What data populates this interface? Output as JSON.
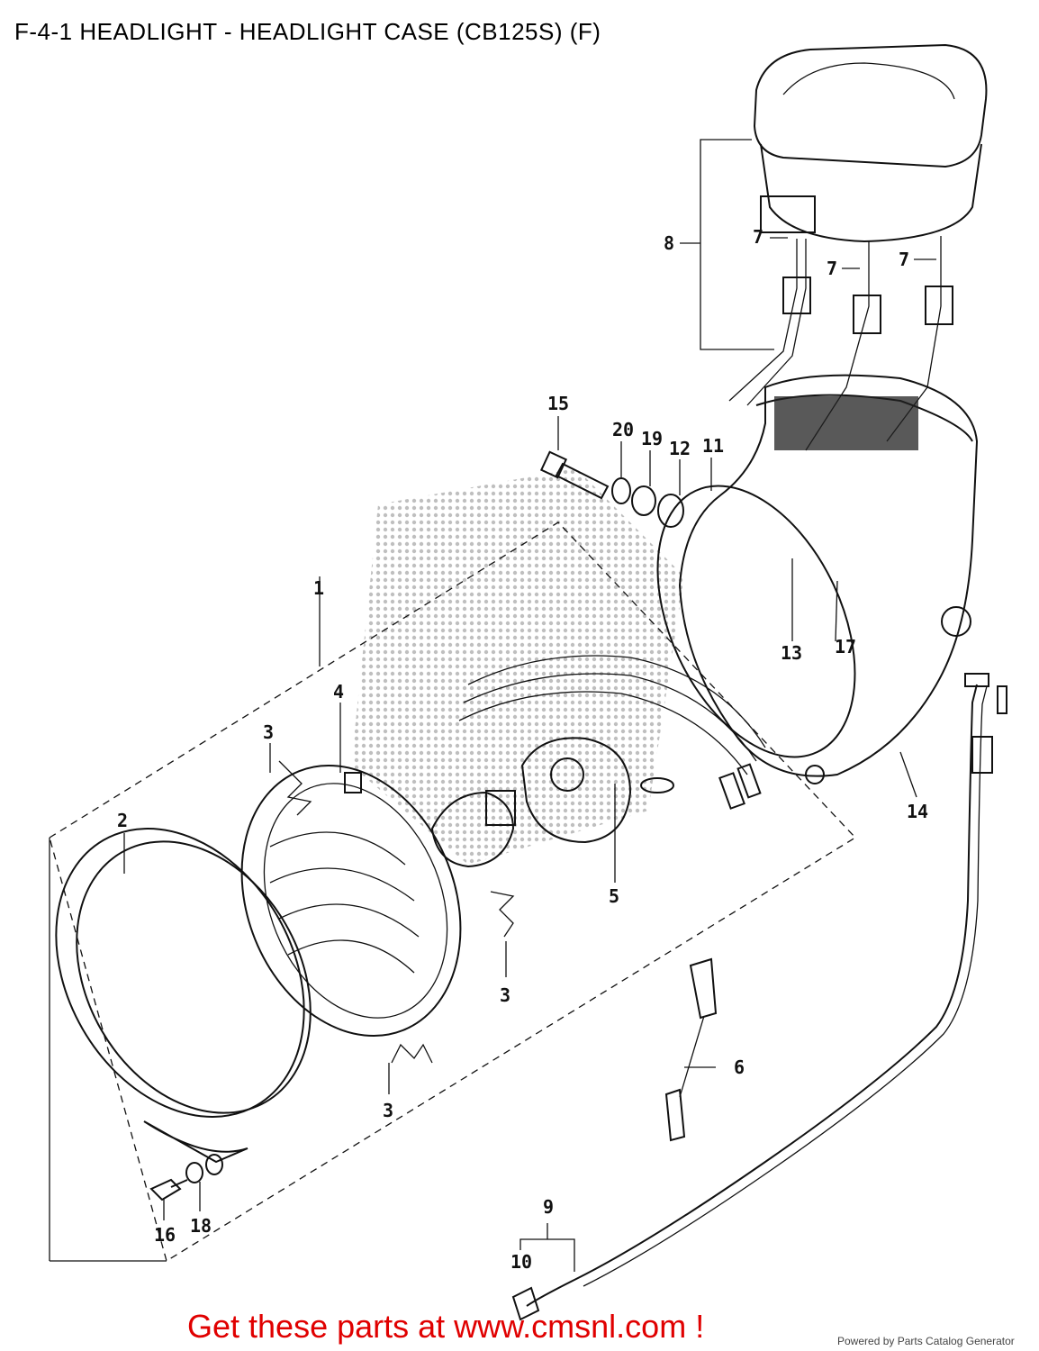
{
  "title": "F-4-1 HEADLIGHT - HEADLIGHT CASE (CB125S) (F)",
  "callouts": [
    {
      "id": "c1",
      "text": "1"
    },
    {
      "id": "c2",
      "text": "2"
    },
    {
      "id": "c3a",
      "text": "3"
    },
    {
      "id": "c3b",
      "text": "3"
    },
    {
      "id": "c3c",
      "text": "3"
    },
    {
      "id": "c4",
      "text": "4"
    },
    {
      "id": "c5",
      "text": "5"
    },
    {
      "id": "c6",
      "text": "6"
    },
    {
      "id": "c7a",
      "text": "7"
    },
    {
      "id": "c7b",
      "text": "7"
    },
    {
      "id": "c7c",
      "text": "7"
    },
    {
      "id": "c8",
      "text": "8"
    },
    {
      "id": "c9",
      "text": "9"
    },
    {
      "id": "c10",
      "text": "10"
    },
    {
      "id": "c11",
      "text": "11"
    },
    {
      "id": "c12",
      "text": "12"
    },
    {
      "id": "c13",
      "text": "13"
    },
    {
      "id": "c14",
      "text": "14"
    },
    {
      "id": "c15",
      "text": "15"
    },
    {
      "id": "c16",
      "text": "16"
    },
    {
      "id": "c17",
      "text": "17"
    },
    {
      "id": "c18",
      "text": "18"
    },
    {
      "id": "c19",
      "text": "19"
    },
    {
      "id": "c20",
      "text": "20"
    }
  ],
  "footer": {
    "cta": "Get these parts at www.cmsnl.com !",
    "credit": "Powered by Parts Catalog Generator"
  },
  "colors": {
    "cta": "#e00000",
    "ink": "#111111"
  }
}
